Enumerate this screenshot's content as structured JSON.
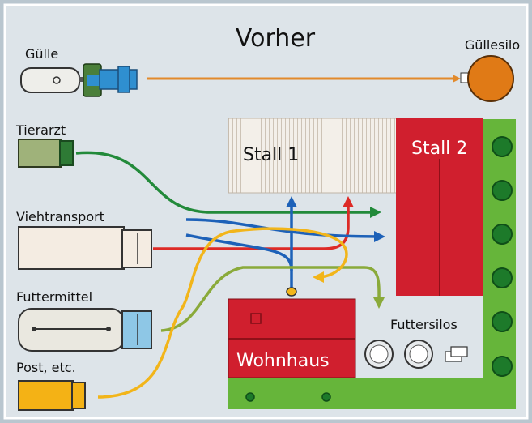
{
  "title": "Vorher",
  "sources": {
    "guelle": "Gülle",
    "tierarzt": "Tierarzt",
    "viehtransport": "Viehtransport",
    "futtermittel": "Futtermittel",
    "post": "Post, etc."
  },
  "buildings": {
    "guellesilo": "Güllesilo",
    "stall1": "Stall 1",
    "stall2": "Stall 2",
    "wohnhaus": "Wohnhaus",
    "futtersilos": "Futtersilos"
  },
  "colors": {
    "background": "#b9c6cf",
    "panel": "#dde4e9",
    "stall_red": "#d01f2e",
    "green_strip": "#66b53a",
    "tree": "#1d7a2a",
    "silo_orange": "#e07a16",
    "path_orange": "#e28a2c",
    "path_green": "#228a3a",
    "path_red": "#dd2a26",
    "path_blue": "#1d61b8",
    "path_olive": "#8aaa3a",
    "path_yellow": "#f2b51a"
  }
}
